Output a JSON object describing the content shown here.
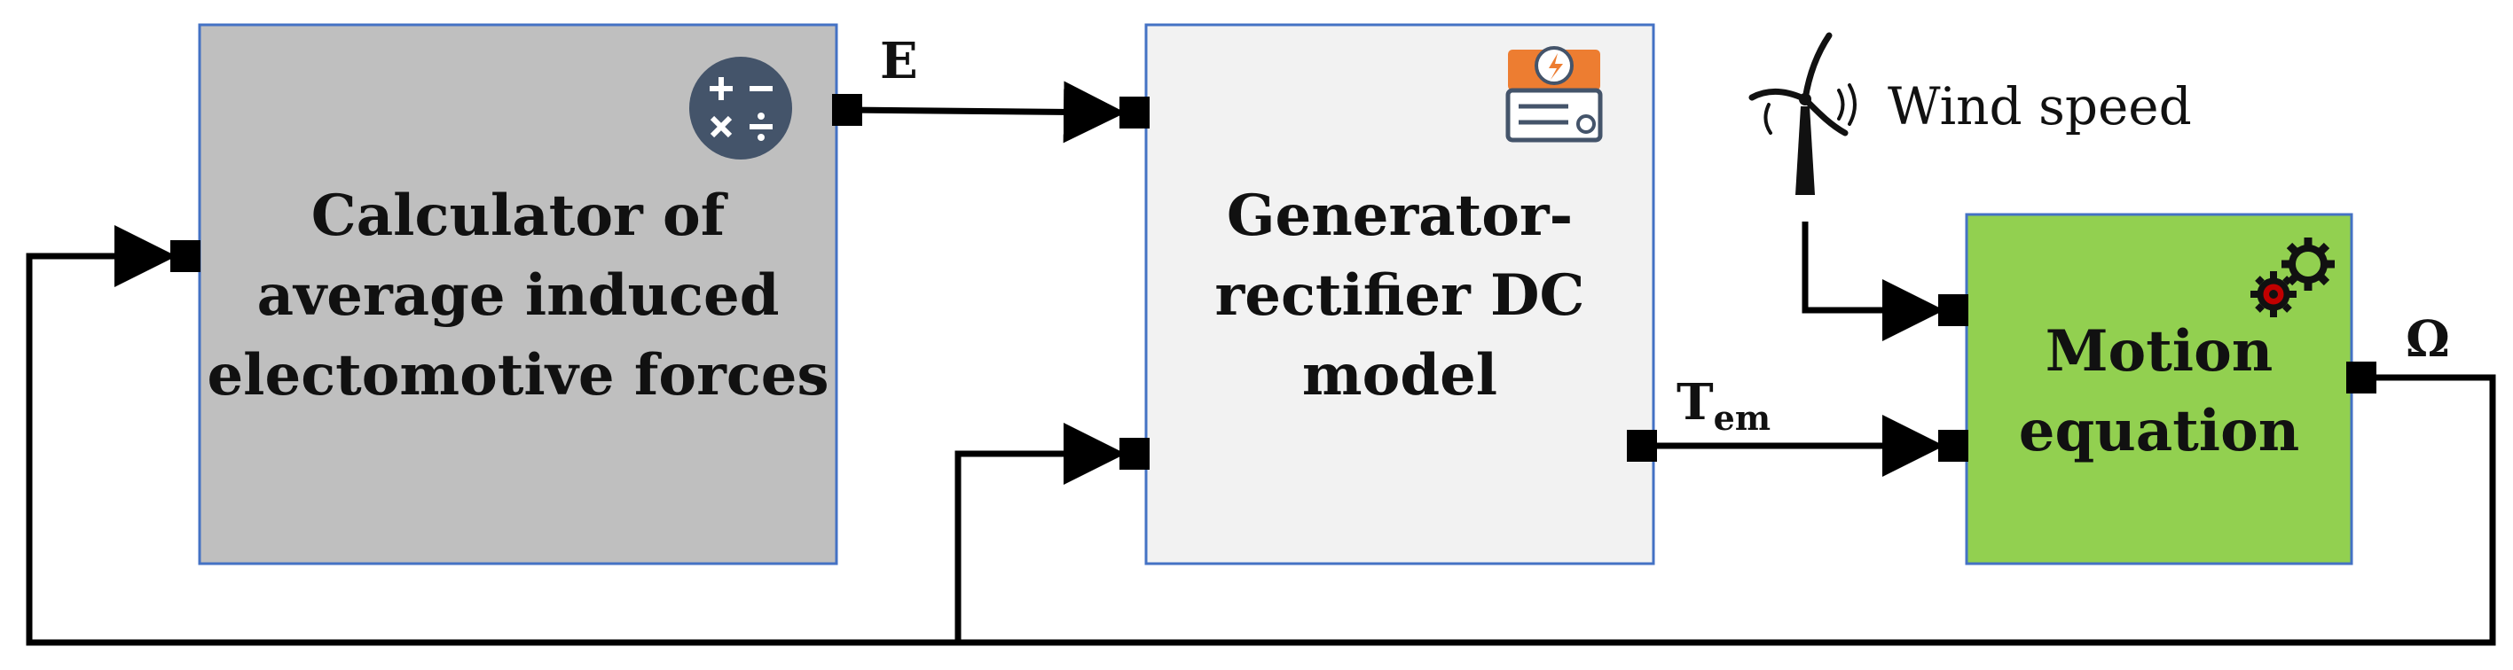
{
  "blocks": {
    "calculator": {
      "lines": [
        "Calculator of",
        "average induced",
        "electomotive forces"
      ],
      "fill": "#bfbfbf",
      "icon": "calculator-icon"
    },
    "generator": {
      "lines": [
        "Generator-",
        "rectifier DC",
        "model"
      ],
      "fill": "#f2f2f2",
      "icon": "generator-icon"
    },
    "motion": {
      "lines": [
        "Motion",
        "equation"
      ],
      "fill": "#92d050",
      "icon": "gears-icon"
    }
  },
  "signals": {
    "emf": "E",
    "torque_main": "T",
    "torque_sub": "em",
    "speed": "Ω",
    "wind": "Wind speed"
  },
  "colors": {
    "block_border": "#4472c4",
    "wire": "#000000",
    "generator_icon": "#ed7d31",
    "calculator_icon": "#44546a"
  }
}
